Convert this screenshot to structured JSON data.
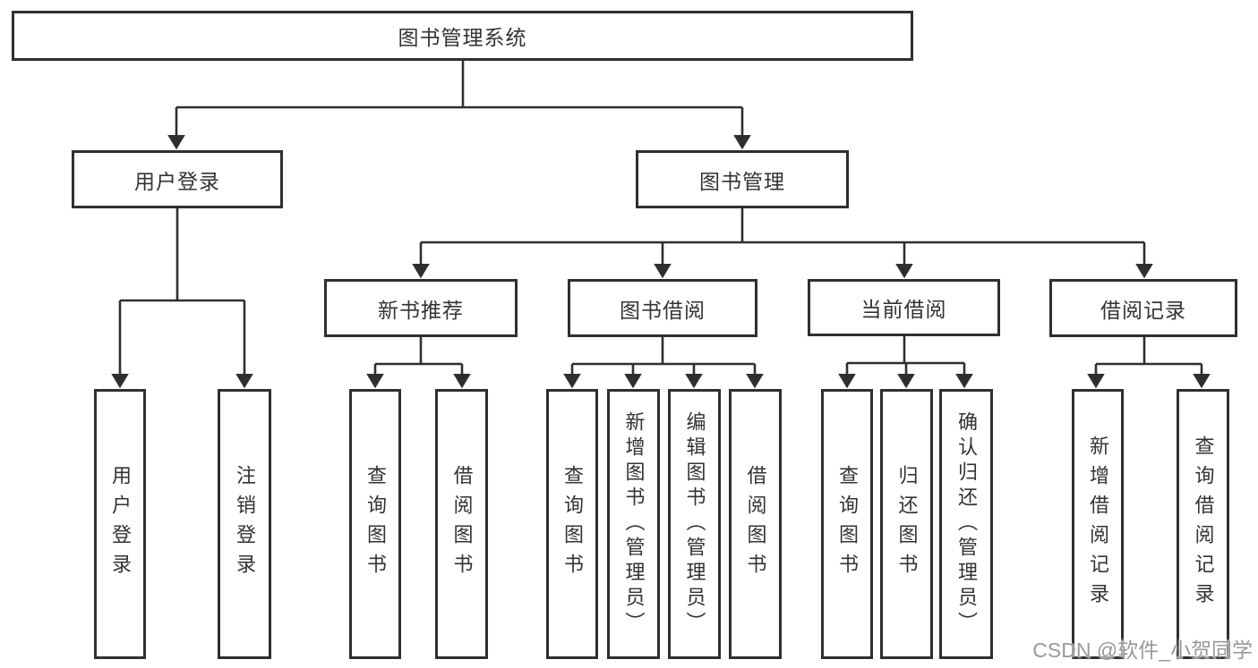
{
  "diagram": {
    "root": {
      "label": "图书管理系统"
    },
    "branches": [
      {
        "label": "用户登录",
        "children": [
          {
            "label": "用户登录"
          },
          {
            "label": "注销登录"
          }
        ]
      },
      {
        "label": "图书管理",
        "children": [
          {
            "label": "新书推荐",
            "children": [
              {
                "label": "查询图书"
              },
              {
                "label": "借阅图书"
              }
            ]
          },
          {
            "label": "图书借阅",
            "children": [
              {
                "label": "查询图书"
              },
              {
                "label": "新增图书（管理员）"
              },
              {
                "label": "编辑图书（管理员）"
              },
              {
                "label": "借阅图书"
              }
            ]
          },
          {
            "label": "当前借阅",
            "children": [
              {
                "label": "查询图书"
              },
              {
                "label": "归还图书"
              },
              {
                "label": "确认归还（管理员）"
              }
            ]
          },
          {
            "label": "借阅记录",
            "children": [
              {
                "label": "新增借阅记录"
              },
              {
                "label": "查询借阅记录"
              }
            ]
          }
        ]
      }
    ]
  },
  "watermark": {
    "text": "CSDN @软件_小贺同学"
  },
  "colors": {
    "line": "#2f2f2f",
    "text": "#333333",
    "box_fill": "#ffffff",
    "watermark": "#999999",
    "background": "#ffffff"
  }
}
